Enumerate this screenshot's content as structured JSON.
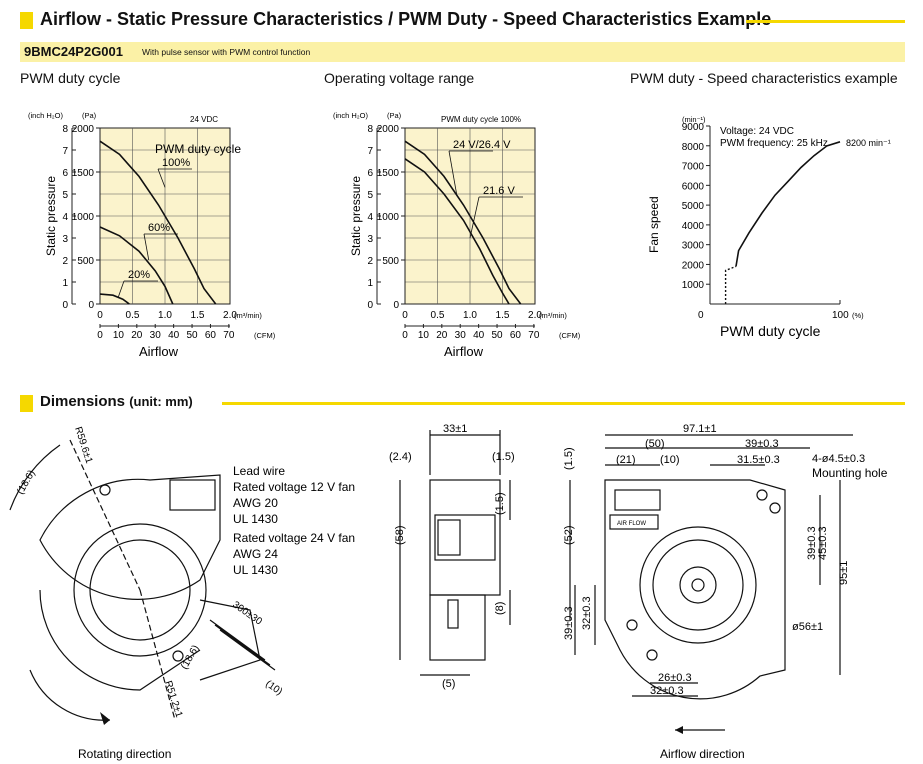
{
  "header": {
    "title": "Airflow - Static Pressure Characteristics / PWM Duty - Speed Characteristics Example",
    "model": "9BMC24P2G001",
    "model_description": "With pulse sensor with PWM control function"
  },
  "sections": {
    "pwm_duty_cycle": "PWM duty cycle",
    "operating_voltage": "Operating voltage range",
    "pwm_speed": "PWM duty - Speed characteristics example"
  },
  "dimensions": {
    "title": "Dimensions",
    "unit": "(unit: mm)",
    "left": {
      "lead_wire": "Lead wire",
      "rated_12": "Rated voltage 12 V fan",
      "awg20": "AWG 20",
      "ul1": "UL 1430",
      "rated_24": "Rated voltage 24 V fan",
      "awg24": "AWG 24",
      "ul2": "UL 1430",
      "r59": "R59.6±1",
      "d186a": "(18.6)",
      "d186b": "(18.6)",
      "l300": "300±30",
      "d10": "(10)",
      "r51": "R51.2±1",
      "rotating": "Rotating direction"
    },
    "middle": {
      "d33": "33±1",
      "d24": "(2.4)",
      "d15a": "(1.5)",
      "d15b": "(1.5)",
      "d58": "(58)",
      "d8": "(8)",
      "d5": "(5)"
    },
    "right": {
      "d971": "97.1±1",
      "d50": "(50)",
      "d39w": "39±0.3",
      "d21": "(21)",
      "d10": "(10)",
      "d315": "31.5±0.3",
      "d15": "(1.5)",
      "hole": "4-ø4.5±0.3",
      "mount": "Mounting hole",
      "d52": "(52)",
      "d39v": "39±0.3",
      "d45": "45±0.3",
      "d95": "95±1",
      "d56": "ø56±1",
      "d39l": "39±0.3",
      "d32l": "32±0.3",
      "d26": "26±0.3",
      "d32b": "32±0.3",
      "airflow_label": "AIR FLOW",
      "airflow": "Airflow direction"
    }
  },
  "chart_data": [
    {
      "type": "line",
      "title": "PWM duty cycle",
      "annotation": "24 VDC",
      "legend_title": "PWM duty cycle",
      "xlabel": "Airflow",
      "ylabel": "Static pressure",
      "x_unit_top": "(m³/min)",
      "x_unit_bottom": "(CFM)",
      "y_unit_left": "(inch H₂O)",
      "y_unit_right": "(Pa)",
      "xlim": [
        0,
        2.0
      ],
      "ylim": [
        0,
        8
      ],
      "x_ticks_m3": [
        "0",
        "0.5",
        "1.0",
        "1.5",
        "2.0"
      ],
      "x_ticks_cfm": [
        "0",
        "10",
        "20",
        "30",
        "40",
        "50",
        "60",
        "70"
      ],
      "y_ticks_inch": [
        "0",
        "1",
        "2",
        "3",
        "4",
        "5",
        "6",
        "7",
        "8"
      ],
      "y_ticks_pa": [
        "0",
        "500",
        "1000",
        "1500",
        "2000"
      ],
      "grid": true,
      "series": [
        {
          "name": "100%",
          "points": [
            [
              0,
              7.4
            ],
            [
              0.3,
              6.8
            ],
            [
              0.6,
              5.8
            ],
            [
              0.9,
              4.5
            ],
            [
              1.2,
              3.0
            ],
            [
              1.45,
              1.6
            ],
            [
              1.6,
              0.7
            ],
            [
              1.78,
              0
            ]
          ]
        },
        {
          "name": "60%",
          "points": [
            [
              0,
              3.5
            ],
            [
              0.3,
              3.1
            ],
            [
              0.6,
              2.4
            ],
            [
              0.85,
              1.5
            ],
            [
              1.0,
              0.8
            ],
            [
              1.12,
              0
            ]
          ]
        },
        {
          "name": "20%",
          "points": [
            [
              0,
              0.45
            ],
            [
              0.2,
              0.4
            ],
            [
              0.35,
              0.22
            ],
            [
              0.45,
              0
            ]
          ]
        }
      ]
    },
    {
      "type": "line",
      "title": "Operating voltage range",
      "annotation": "PWM duty cycle 100%",
      "xlabel": "Airflow",
      "ylabel": "Static pressure",
      "x_unit_top": "(m³/min)",
      "x_unit_bottom": "(CFM)",
      "y_unit_left": "(inch H₂O)",
      "y_unit_right": "(Pa)",
      "xlim": [
        0,
        2.0
      ],
      "ylim": [
        0,
        8
      ],
      "x_ticks_m3": [
        "0",
        "0.5",
        "1.0",
        "1.5",
        "2.0"
      ],
      "x_ticks_cfm": [
        "0",
        "10",
        "20",
        "30",
        "40",
        "50",
        "60",
        "70"
      ],
      "y_ticks_inch": [
        "0",
        "1",
        "2",
        "3",
        "4",
        "5",
        "6",
        "7",
        "8"
      ],
      "y_ticks_pa": [
        "0",
        "500",
        "1000",
        "1500",
        "2000"
      ],
      "grid": true,
      "series": [
        {
          "name": "24 V/26.4 V",
          "points": [
            [
              0,
              7.4
            ],
            [
              0.3,
              6.8
            ],
            [
              0.6,
              5.8
            ],
            [
              0.9,
              4.5
            ],
            [
              1.2,
              3.0
            ],
            [
              1.45,
              1.6
            ],
            [
              1.6,
              0.7
            ],
            [
              1.78,
              0
            ]
          ]
        },
        {
          "name": "21.6 V",
          "points": [
            [
              0,
              6.6
            ],
            [
              0.3,
              6.0
            ],
            [
              0.6,
              5.0
            ],
            [
              0.9,
              3.8
            ],
            [
              1.15,
              2.5
            ],
            [
              1.35,
              1.3
            ],
            [
              1.5,
              0.5
            ],
            [
              1.6,
              0
            ]
          ]
        }
      ]
    },
    {
      "type": "line",
      "title": "PWM duty - Speed characteristics example",
      "annotation_voltage": "Voltage: 24 VDC",
      "annotation_freq": "PWM frequency: 25 kHz",
      "xlabel": "PWM duty cycle",
      "ylabel": "Fan speed",
      "y_unit": "(min⁻¹)",
      "x_unit": "(%)",
      "xlim": [
        0,
        100
      ],
      "ylim": [
        0,
        9000
      ],
      "x_ticks": [
        "0",
        "100"
      ],
      "y_ticks": [
        "1000",
        "2000",
        "3000",
        "4000",
        "5000",
        "6000",
        "7000",
        "8000",
        "9000"
      ],
      "end_label": "8200 min⁻¹",
      "grid": false,
      "series": [
        {
          "name": "",
          "points": [
            [
              20,
              1900
            ],
            [
              22,
              2700
            ],
            [
              30,
              3600
            ],
            [
              40,
              4600
            ],
            [
              50,
              5500
            ],
            [
              60,
              6200
            ],
            [
              70,
              6900
            ],
            [
              80,
              7500
            ],
            [
              90,
              8000
            ],
            [
              100,
              8200
            ]
          ],
          "dashed_start": [
            [
              12,
              0
            ],
            [
              12,
              1700
            ],
            [
              20,
              1900
            ]
          ]
        }
      ]
    }
  ]
}
